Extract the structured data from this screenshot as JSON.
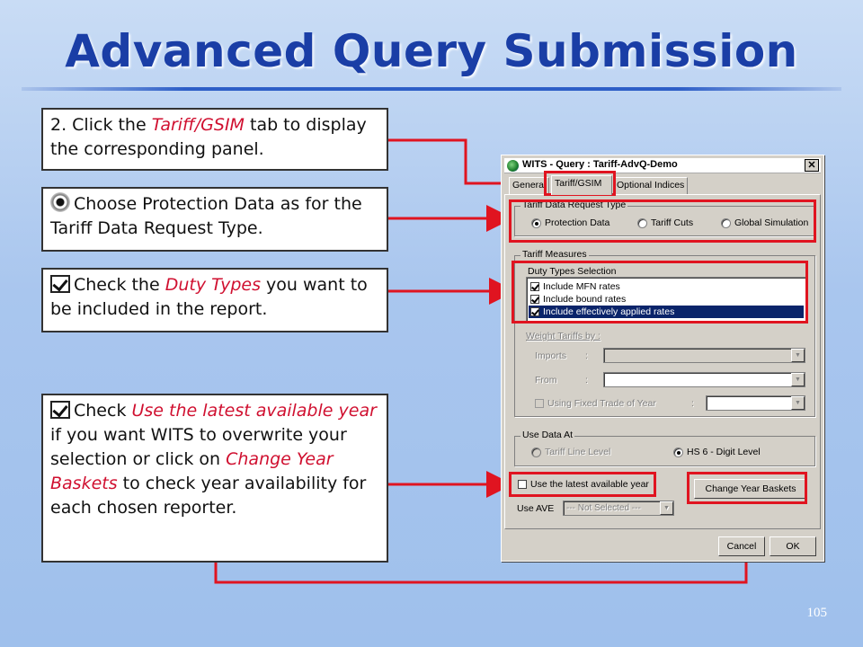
{
  "slide": {
    "title": "Advanced Query Submission",
    "page_number": "105",
    "accent_color": "#e01420",
    "title_color": "#1a3ea6"
  },
  "callouts": {
    "c1": {
      "pre": "2. Click the ",
      "em": "Tariff/GSIM",
      "post": " tab to display the corresponding panel."
    },
    "c2": {
      "icon": "radio-button-icon",
      "text": "Choose Protection Data as for the Tariff Data Request Type."
    },
    "c3": {
      "icon": "checkbox-icon",
      "pre": "Check the ",
      "em": "Duty Types",
      "post": " you want to be included in the report."
    },
    "c4": {
      "icon": "checkbox-icon",
      "pre": "Check ",
      "em1": "Use the latest available year",
      "mid": " if you want WITS to overwrite your selection or click on ",
      "em2": "Change Year Baskets",
      "post": " to check year availability for each chosen reporter."
    }
  },
  "dialog": {
    "title": "WITS - Query : Tariff-AdvQ-Demo",
    "close": "✕",
    "tabs": [
      "General",
      "Tariff/GSIM",
      "Optional Indices"
    ],
    "active_tab": "Tariff/GSIM",
    "request_type": {
      "label": "Tariff Data Request Type",
      "options": [
        "Protection Data",
        "Tariff Cuts",
        "Global Simulation"
      ],
      "selected": "Protection Data"
    },
    "tariff_measures": {
      "label": "Tariff Measures",
      "duty_types": {
        "label": "Duty Types Selection",
        "items": [
          {
            "label": "Include MFN rates",
            "checked": true
          },
          {
            "label": "Include bound rates",
            "checked": true
          },
          {
            "label": "Include effectively applied rates",
            "checked": true,
            "selected": true
          }
        ]
      },
      "weight_label": "Weight Tariffs by  :",
      "imports_label": "Imports",
      "from_label": "From",
      "colon": ":",
      "fixed_trade_label": "Using Fixed Trade of Year"
    },
    "use_data_at": {
      "label": "Use Data At",
      "options": [
        "Tariff Line Level",
        "HS 6 - Digit Level"
      ],
      "selected": "HS 6 - Digit Level"
    },
    "latest_year_label": "Use the latest available year",
    "change_year_button": "Change Year Baskets",
    "use_ave_label": "Use AVE",
    "use_ave_value": "--- Not Selected ---",
    "cancel_button": "Cancel",
    "ok_button": "OK"
  }
}
